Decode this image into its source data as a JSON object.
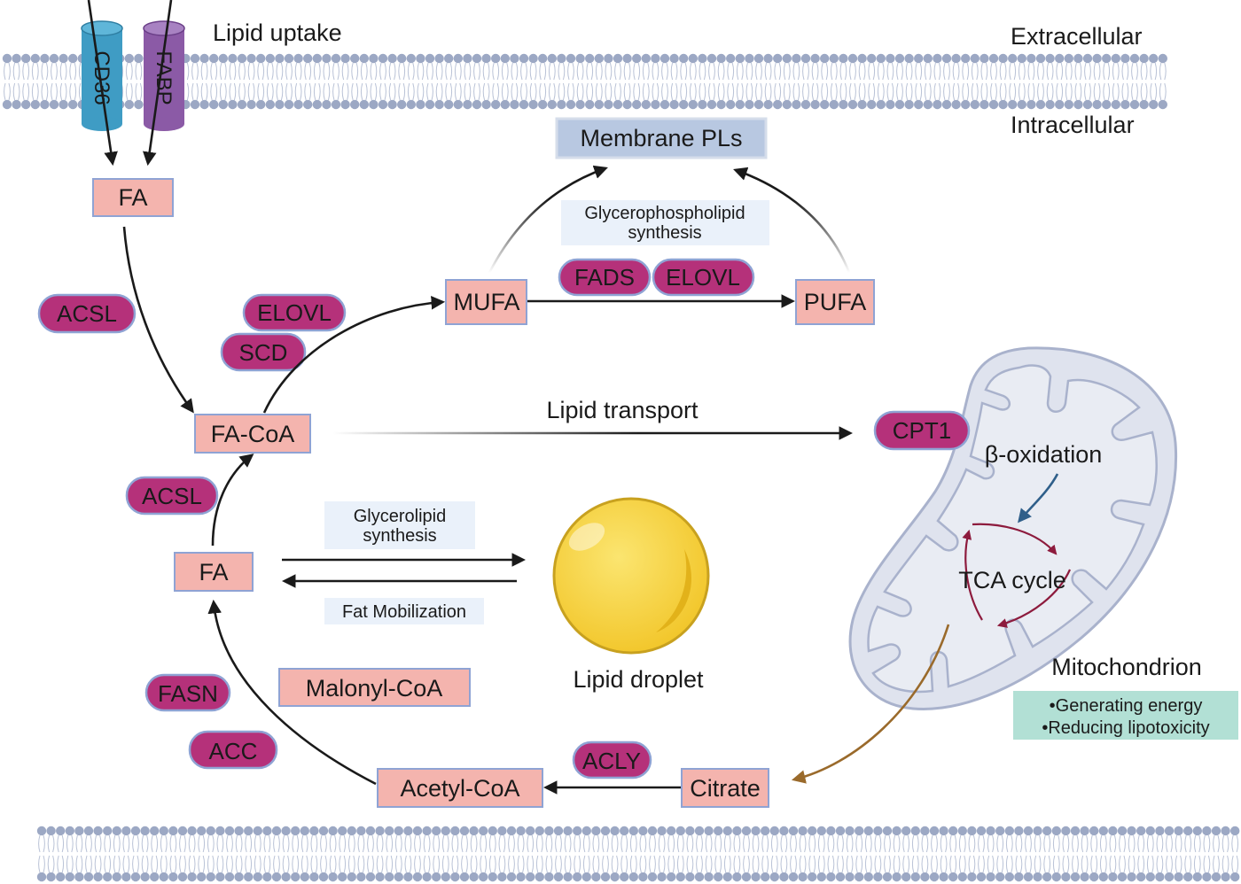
{
  "header": {
    "lipid_uptake": "Lipid uptake",
    "extracellular": "Extracellular",
    "intracellular": "Intracellular"
  },
  "transporters": {
    "cd36": "CD36",
    "fabp": "FABP"
  },
  "metabolites": {
    "fa_top": "FA",
    "fa_coa": "FA-CoA",
    "fa_bottom": "FA",
    "mufa": "MUFA",
    "pufa": "PUFA",
    "membrane_pls": "Membrane PLs",
    "malonyl_coa": "Malonyl-CoA",
    "acetyl_coa": "Acetyl-CoA",
    "citrate": "Citrate"
  },
  "enzymes": {
    "acsl_top": "ACSL",
    "elovl_left": "ELOVL",
    "scd": "SCD",
    "acsl_bottom": "ACSL",
    "fads": "FADS",
    "elovl_right": "ELOVL",
    "cpt1": "CPT1",
    "fasn": "FASN",
    "acc": "ACC",
    "acly": "ACLY"
  },
  "processes": {
    "glycerophospholipid_synthesis": [
      "Glycerophospholipid",
      "synthesis"
    ],
    "glycerolipid_synthesis": [
      "Glycerolipid",
      "synthesis"
    ],
    "fat_mobilization": "Fat Mobilization",
    "lipid_transport": "Lipid transport"
  },
  "lipid_droplet": {
    "label": "Lipid droplet"
  },
  "mitochondrion": {
    "label": "Mitochondrion",
    "beta_oxidation": "β-oxidation",
    "tca_cycle": "TCA cycle",
    "functions": [
      "•Generating energy",
      "•Reducing lipotoxicity"
    ]
  },
  "colors": {
    "enzyme": "#b5317a",
    "metabolite": "#f4b4ae",
    "membrane_pls": "#b8c8e1",
    "process_box": "#eaf1fa",
    "mito_function": "#b2e0d5",
    "cd36": "#3f9cc4",
    "fabp": "#8b5aa6",
    "droplet": "#f5d33b",
    "tca_arrow": "#8d1b3d",
    "beta_arrow": "#2f5f8a",
    "citrate_arrow": "#9a6a2b"
  }
}
